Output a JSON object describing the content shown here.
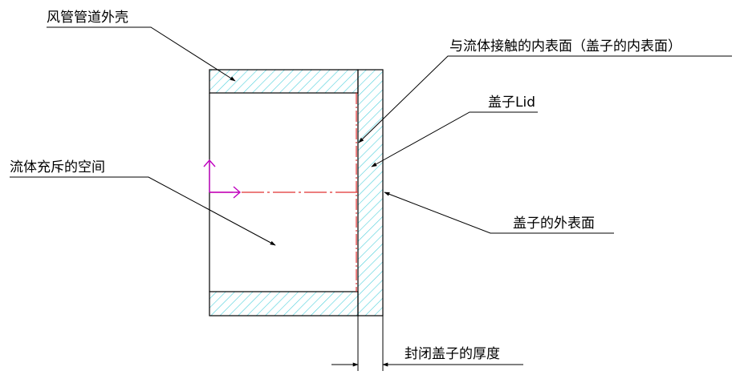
{
  "labels": {
    "duct_shell": "风管管道外壳",
    "fluid_contact_surface": "与流体接触的内表面（盖子的内表面）",
    "lid": "盖子Lid",
    "fluid_space": "流体充斥的空间",
    "lid_outer_surface": "盖子的外表面",
    "lid_thickness": "封闭盖子的厚度"
  },
  "colors": {
    "outline": "#000000",
    "hatch": "#4fd0dc",
    "axis": "#e03030",
    "coordinate_marker": "#c000c0",
    "background": "#ffffff"
  },
  "icons": {
    "coordinate_marker": "coordinate-axes-icon"
  }
}
